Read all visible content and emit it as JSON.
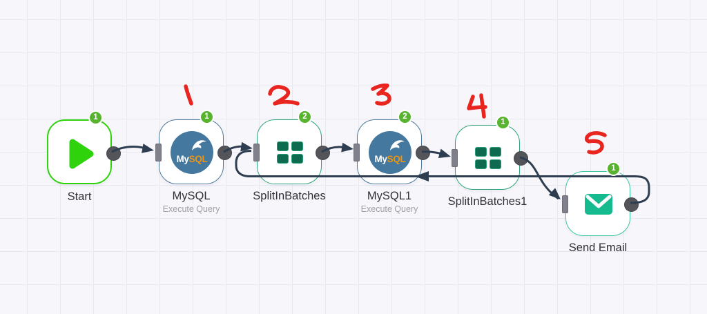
{
  "canvas": {
    "background": "#f6f6fb",
    "grid_color": "#e8e8f2"
  },
  "nodes": [
    {
      "label": "Start",
      "sublabel": "",
      "badge": "1",
      "type": "start"
    },
    {
      "label": "MySQL",
      "sublabel": "Execute Query",
      "badge": "1",
      "type": "mysql"
    },
    {
      "label": "SplitInBatches",
      "sublabel": "",
      "badge": "2",
      "type": "splitinbatches"
    },
    {
      "label": "MySQL1",
      "sublabel": "Execute Query",
      "badge": "2",
      "type": "mysql"
    },
    {
      "label": "SplitInBatches1",
      "sublabel": "",
      "badge": "1",
      "type": "splitinbatches"
    },
    {
      "label": "Send Email",
      "sublabel": "",
      "badge": "1",
      "type": "email"
    }
  ],
  "icons": {
    "mysql_my": "My",
    "mysql_sql": "SQL"
  },
  "connections": [
    {
      "from": "Start",
      "to": "MySQL"
    },
    {
      "from": "MySQL",
      "to": "SplitInBatches"
    },
    {
      "from": "SplitInBatches",
      "to": "MySQL1"
    },
    {
      "from": "MySQL1",
      "to": "SplitInBatches1"
    },
    {
      "from": "SplitInBatches1",
      "to": "Send Email"
    },
    {
      "from": "Send Email",
      "to": "SplitInBatches"
    }
  ],
  "annotations": {
    "digits": [
      "1",
      "2",
      "3",
      "4",
      "5"
    ],
    "color": "#e8251f"
  },
  "endpoint_colors": {
    "dot": "#54545b",
    "rect": "#80808a",
    "line": "#2e3e50"
  },
  "status_badge_color": "#58b32f"
}
